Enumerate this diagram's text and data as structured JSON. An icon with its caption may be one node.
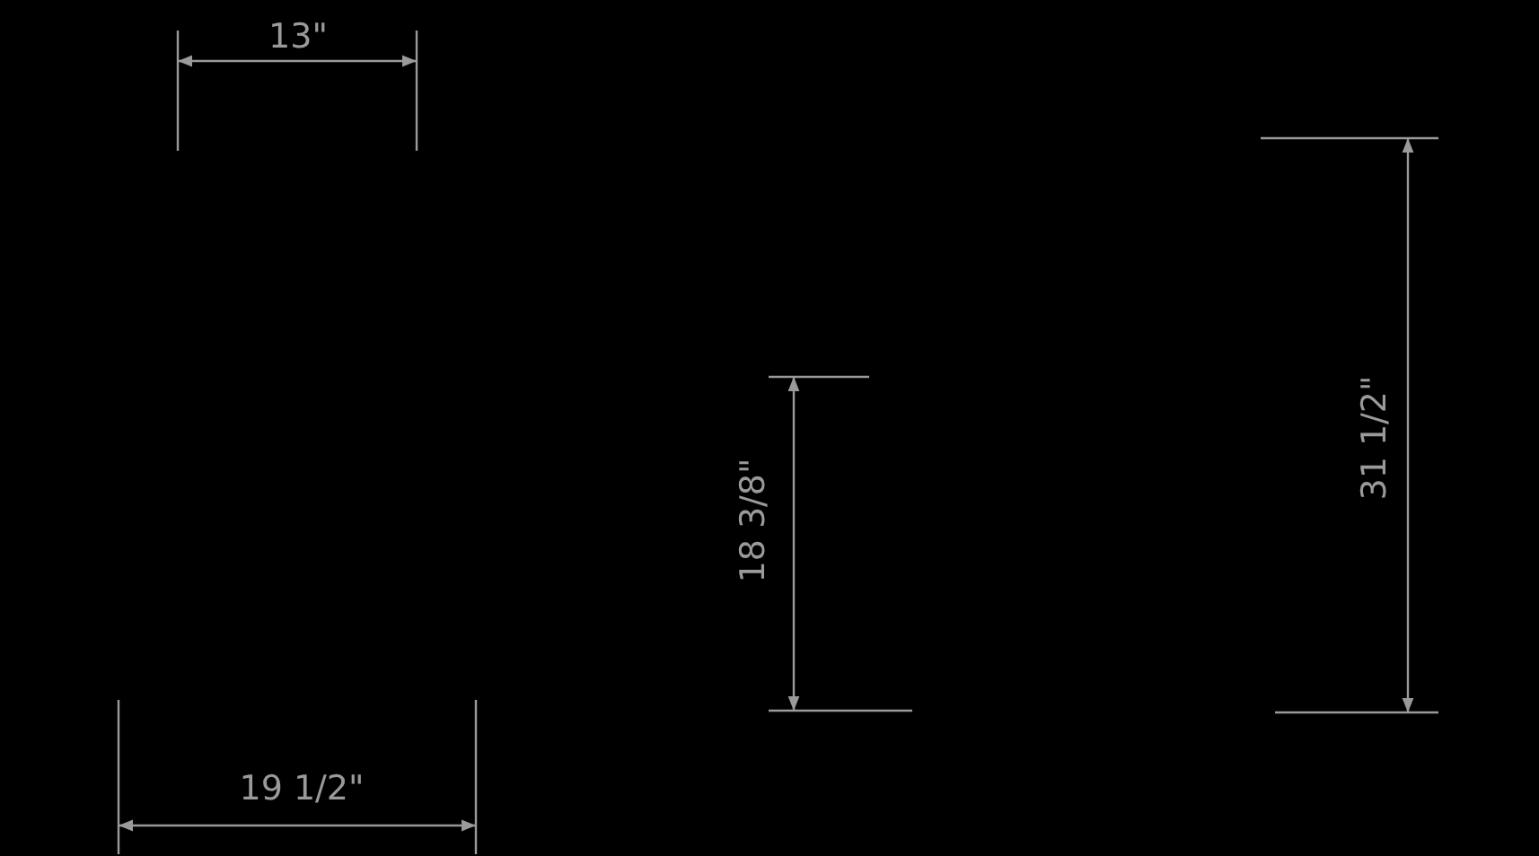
{
  "diagram": {
    "labels": [
      "13\"",
      "19 1/2\"",
      "18 3/8\"",
      "31 1/2\""
    ]
  }
}
